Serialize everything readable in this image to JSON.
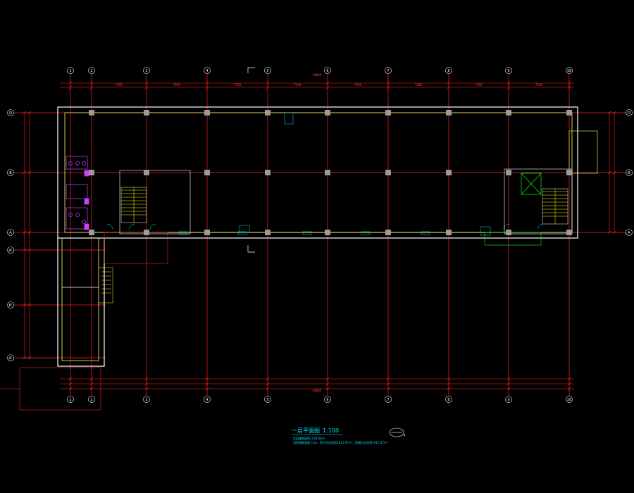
{
  "drawing": {
    "title": "一层平面图",
    "scale": "1:100",
    "notes": [
      "本层建筑面积1158.06m²",
      "消防疏散宽度1.2m，防火分区面积1411.67m²，防烟分区面积1411.67m²"
    ]
  },
  "axes": {
    "top": [
      "1",
      "2",
      "3",
      "4",
      "5",
      "6",
      "7",
      "8",
      "9",
      "10"
    ],
    "bottom": [
      "1",
      "2",
      "3",
      "4",
      "5",
      "6",
      "7",
      "8",
      "9",
      "10"
    ],
    "left": [
      "D",
      "B",
      "A",
      "A'",
      "B'",
      "A'"
    ],
    "right": [
      "D",
      "B",
      "A"
    ]
  },
  "dimensions": {
    "overall": "58600",
    "bays": [
      "7200",
      "7200",
      "7200",
      "7200",
      "7200",
      "7200",
      "7200",
      "7200"
    ]
  },
  "colors": {
    "background": "#000000",
    "axis_lines": "#ff2020",
    "walls": "#ffff66",
    "outer_wall": "#ffffff",
    "columns": "#9a9a9a",
    "labels": "#00e5ff",
    "fixtures": "#d040ff",
    "stairs": "#ffff00",
    "elevator": "#00ff00"
  }
}
